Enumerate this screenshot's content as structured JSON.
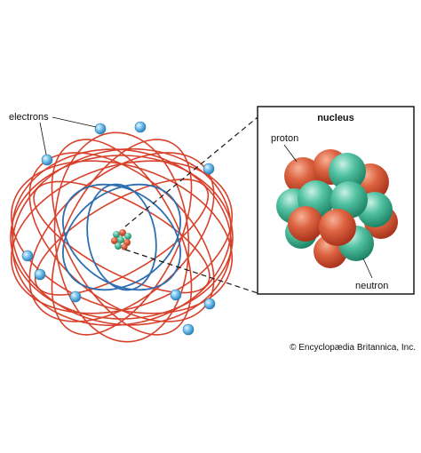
{
  "labels": {
    "electrons": "electrons",
    "nucleus": "nucleus",
    "proton": "proton",
    "neutron": "neutron",
    "copyright": "© Encyclopædia Britannica, Inc."
  },
  "colors": {
    "outer_orbit": "#d8412b",
    "inner_orbit": "#2f6fb0",
    "electron": "#4aa7dd",
    "proton": "#d9583a",
    "neutron": "#3fb597",
    "box_border": "#1a1a1a"
  }
}
